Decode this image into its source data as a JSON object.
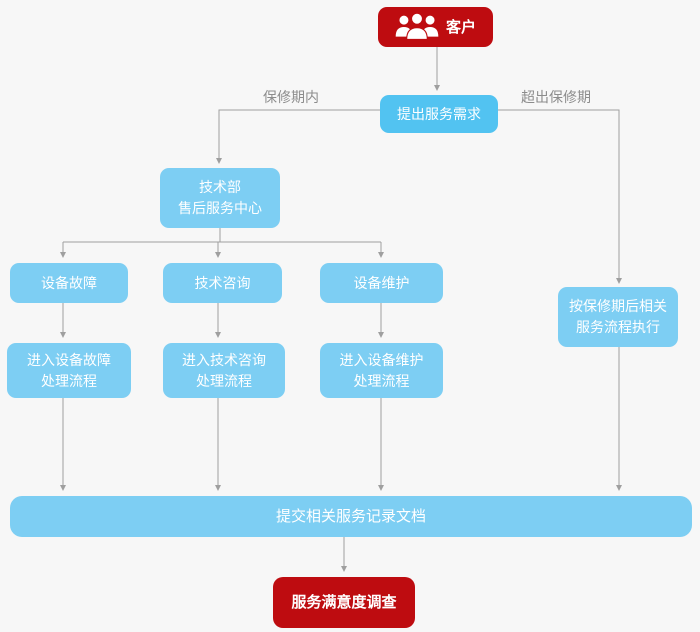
{
  "diagram": {
    "nodes": {
      "customer": {
        "label": "客户",
        "icon": "people-group-icon"
      },
      "request": {
        "label": "提出服务需求"
      },
      "tech_center": {
        "line1": "技术部",
        "line2": "售后服务中心"
      },
      "fault": {
        "label": "设备故障"
      },
      "consult": {
        "label": "技术咨询"
      },
      "maintain": {
        "label": "设备维护"
      },
      "fault_process": {
        "line1": "进入设备故障",
        "line2": "处理流程"
      },
      "consult_process": {
        "line1": "进入技术咨询",
        "line2": "处理流程"
      },
      "maintain_process": {
        "line1": "进入设备维护",
        "line2": "处理流程"
      },
      "post_warranty": {
        "line1": "按保修期后相关",
        "line2": "服务流程执行"
      },
      "submit_records": {
        "label": "提交相关服务记录文档"
      },
      "satisfaction": {
        "label": "服务满意度调查"
      }
    },
    "edge_labels": {
      "in_warranty": "保修期内",
      "out_warranty": "超出保修期"
    },
    "colors": {
      "background": "#f7f7f7",
      "node_blue": "#7dcef3",
      "node_blue_bright": "#52c3f1",
      "node_red": "#be0c10",
      "connector": "#9f9f9f",
      "label_text": "#8c8c8c"
    }
  }
}
